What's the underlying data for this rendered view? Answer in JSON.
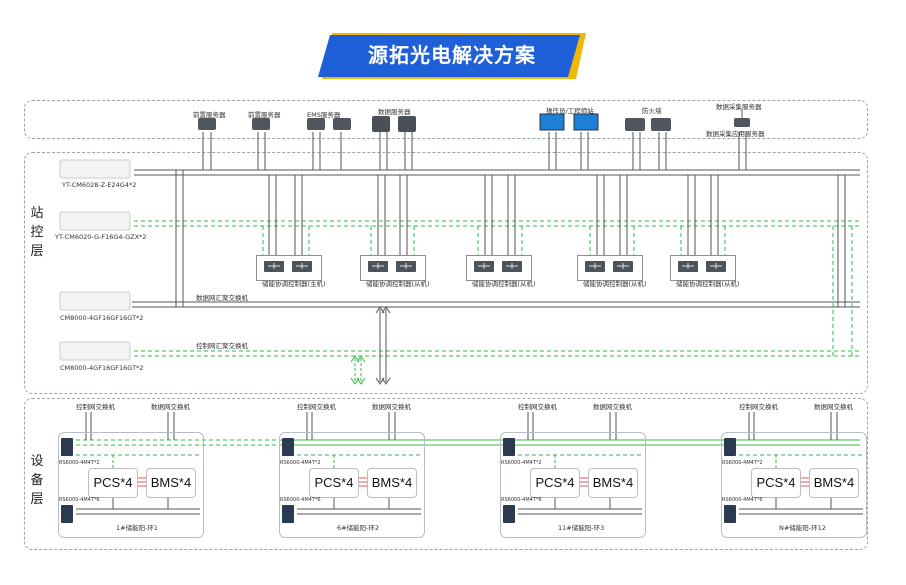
{
  "title": "源拓光电解决方案",
  "layers": {
    "station": "站控层",
    "device": "设备层"
  },
  "top_servers": [
    {
      "label": "前置服务器"
    },
    {
      "label": "前置服务器"
    },
    {
      "label": "EMS服务器"
    },
    {
      "label": "数据服务器"
    },
    {
      "label": "操作员/工程师站"
    },
    {
      "label": "防火墙"
    },
    {
      "label": "数据采集服务器"
    },
    {
      "label": "数据采集应用服务器"
    }
  ],
  "switches": [
    {
      "label": "YT-CM6028-Z-E24G4*2"
    },
    {
      "label": "YT-CM6020-G-F16G4-GZX*2"
    },
    {
      "label": "CM8000-4GF16GF16GT*2"
    },
    {
      "label": "CM8000-4GF16GF16GT*2"
    }
  ],
  "aggregation": {
    "data": "数据网汇聚交换机",
    "control": "控制网汇聚交换机"
  },
  "controllers": [
    {
      "label": "储能协调控制器(主机)"
    },
    {
      "label": "储能协调控制器(从机)"
    },
    {
      "label": "储能协调控制器(从机)"
    },
    {
      "label": "储能协调控制器(从机)"
    },
    {
      "label": "储能协调控制器(从机)"
    }
  ],
  "cabinets": [
    {
      "name": "1#储能阳-环1",
      "ctrl_switch": "控制网交换机",
      "data_switch": "数据网交换机",
      "pcs": "PCS*4",
      "bms": "BMS*4",
      "top_device": "RS6000-4M4T*2",
      "bottom_device": "RS6000-4M4T*6"
    },
    {
      "name": "6#储能阳-环2",
      "ctrl_switch": "控制网交换机",
      "data_switch": "数据网交换机",
      "pcs": "PCS*4",
      "bms": "BMS*4",
      "top_device": "RS6000-4M4T*2",
      "bottom_device": "RS6000-4M4T*6"
    },
    {
      "name": "11#储能阳-环3",
      "ctrl_switch": "控制网交换机",
      "data_switch": "数据网交换机",
      "pcs": "PCS*4",
      "bms": "BMS*4",
      "top_device": "RS6000-4M4T*2",
      "bottom_device": "RS6000-4M4T*6"
    },
    {
      "name": "N#储能阳-环12",
      "ctrl_switch": "控制网交换机",
      "data_switch": "数据网交换机",
      "pcs": "PCS*4",
      "bms": "BMS*4",
      "top_device": "RS6000-4M4T*2",
      "bottom_device": "RS6000-4M4T*6"
    }
  ],
  "colors": {
    "banner": "#1f5fd8",
    "banner_accent": "#f2b705",
    "solid_line": "#555555",
    "dashed_line": "#34b94a"
  }
}
